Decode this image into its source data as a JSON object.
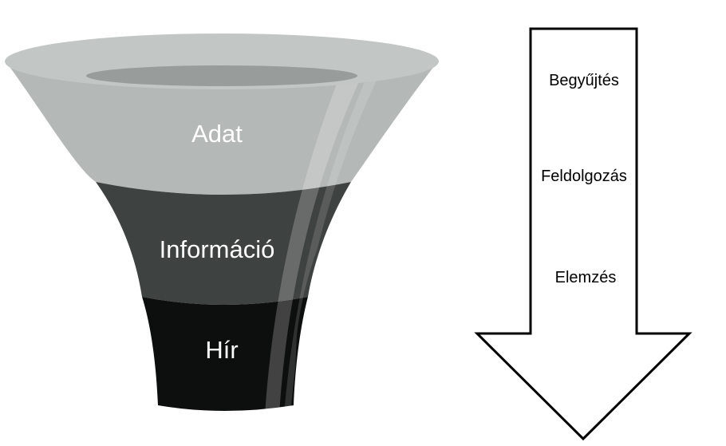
{
  "funnel": {
    "levels": [
      {
        "label": "Adat",
        "color": "#b4b8b6"
      },
      {
        "label": "Információ",
        "color": "#3e4241"
      },
      {
        "label": "Hír",
        "color": "#0d0e0e"
      }
    ],
    "rim_color": "#c2c6c4",
    "rim_inner_color": "#989c9a"
  },
  "arrow": {
    "steps": [
      "Begyűjtés",
      "Feldolgozás",
      "Elemzés"
    ],
    "stroke": "#000000",
    "fill": "#ffffff"
  }
}
